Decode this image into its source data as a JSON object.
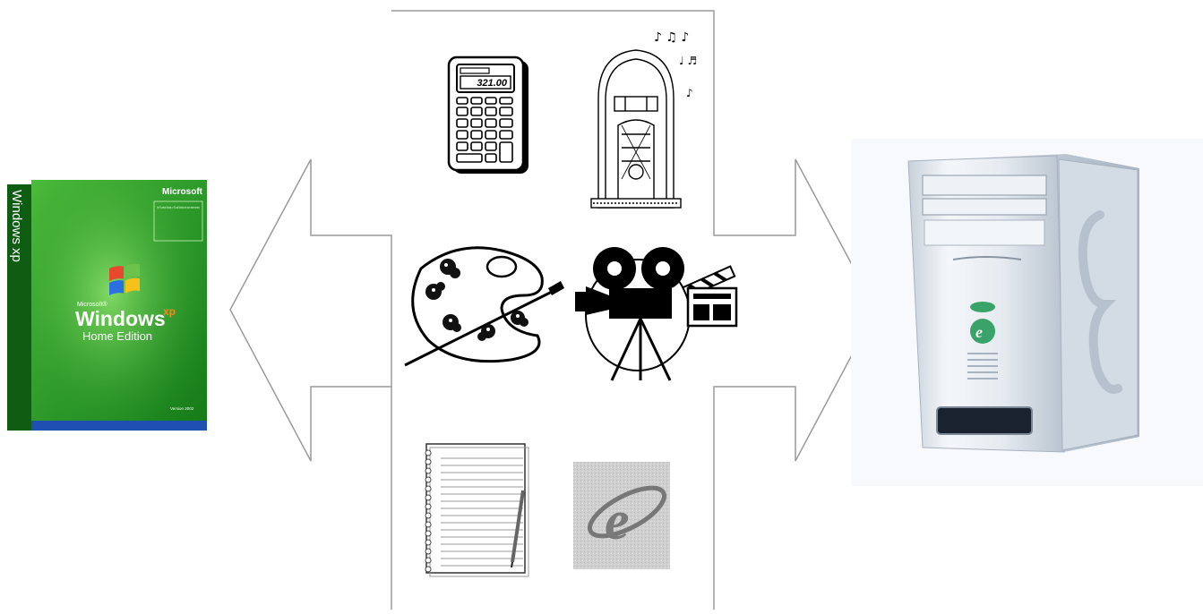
{
  "windows_box": {
    "brand": "Microsoft",
    "product_small": "Microsoft®",
    "product": "Windows",
    "superscript": "xp",
    "edition": "Home Edition",
    "spine": "Windows xp",
    "fine_print": "For PCs without Windows, or PCs with Windows Me and/or earlier versions.",
    "version": "Version 2002"
  },
  "calculator": {
    "display": "321.00"
  },
  "colors": {
    "arrow_stroke": "#9a9a9a",
    "xp_green": "#2e9a2e",
    "xp_dark_green": "#0f5d12",
    "tower": "#e6ebf1",
    "tower_green": "#3aa36a"
  }
}
